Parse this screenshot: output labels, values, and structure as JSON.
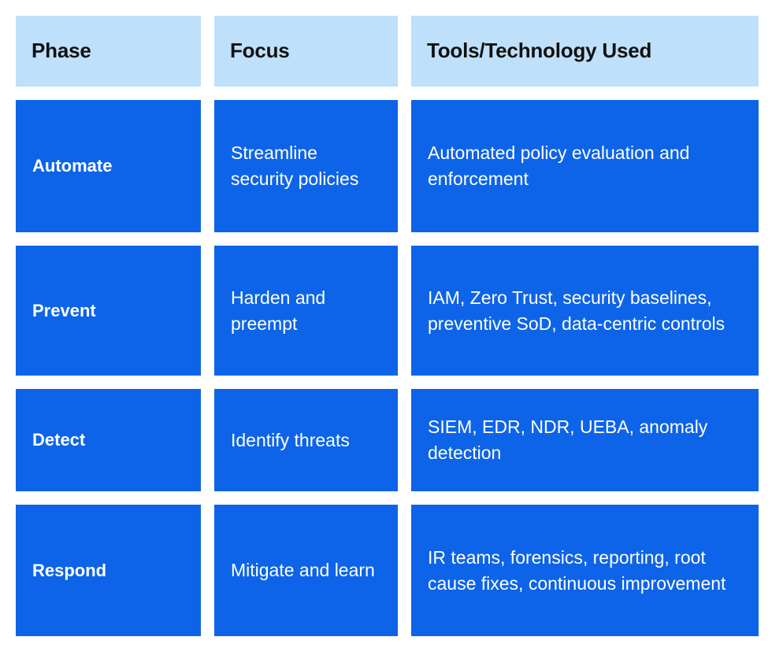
{
  "table": {
    "columns": [
      "Phase",
      "Focus",
      "Tools/Technology Used"
    ],
    "colors": {
      "header_background": "#bee0fb",
      "header_text": "#111111",
      "cell_background": "#0d64e8",
      "cell_text": "#ffffff",
      "page_background": "#ffffff"
    },
    "rows": [
      {
        "phase": "Automate",
        "focus": "Streamline security policies",
        "tools": "Automated policy evaluation and enforcement"
      },
      {
        "phase": "Prevent",
        "focus": "Harden and preempt",
        "tools": "IAM, Zero Trust, security baselines, preventive SoD, data-centric controls"
      },
      {
        "phase": "Detect",
        "focus": "Identify threats",
        "tools": "SIEM, EDR, NDR, UEBA, anomaly detection"
      },
      {
        "phase": "Respond",
        "focus": "Mitigate and learn",
        "tools": "IR teams, forensics, reporting, root cause fixes, continuous improvement"
      }
    ]
  }
}
